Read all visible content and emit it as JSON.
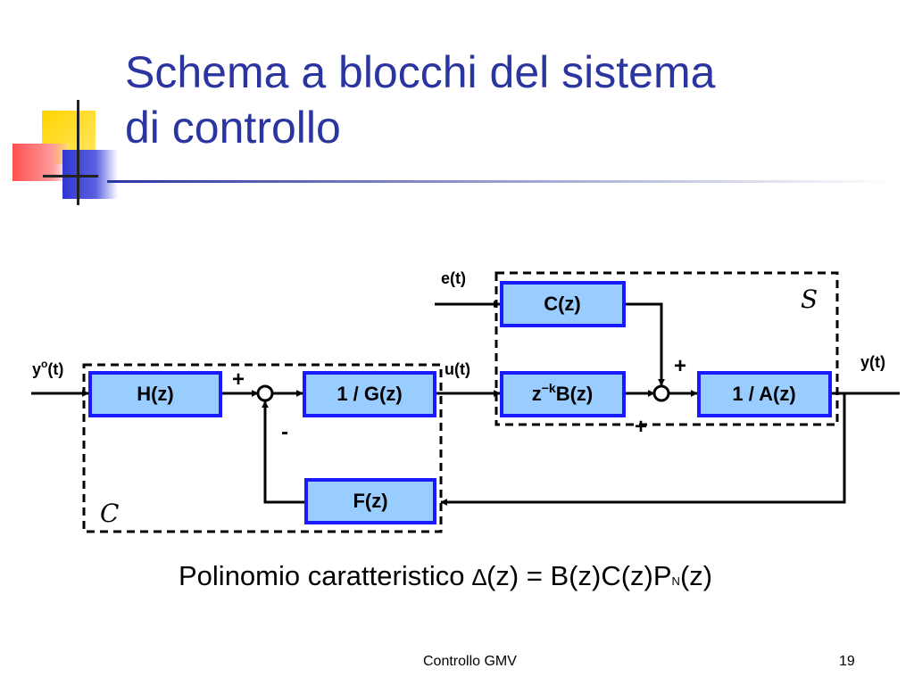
{
  "slide": {
    "title_line1": "Schema a blocchi del sistema",
    "title_line2": "di controllo",
    "footer_center": "Controllo GMV",
    "page_number": "19"
  },
  "diagram": {
    "blocks": {
      "H": "H(z)",
      "invG": "1 / G(z)",
      "C": "C(z)",
      "zkB_prefix": "z",
      "zkB_exp": "−k",
      "zkB_suffix": "B(z)",
      "invA": "1 / A(z)",
      "F": "F(z)"
    },
    "signals": {
      "reference_base": "y",
      "reference_sup": "o",
      "reference_arg": "(t)",
      "control": "u(t)",
      "disturbance": "e(t)",
      "output": "y(t)"
    },
    "signs": {
      "sum1_plus": "+",
      "sum1_minus": "-",
      "sum2_top": "+",
      "sum2_bottom": "+"
    },
    "groups": {
      "controller": "C",
      "system": "S"
    },
    "colors": {
      "block_fill": "#99ccff",
      "block_border": "#1a1aff",
      "line": "#000000"
    }
  },
  "formula": {
    "label": "Polinomio caratteristico",
    "delta_symbol": "∆",
    "lhs_arg": "(z) = ",
    "rhs_main": "B(z)C(z)P",
    "rhs_sub": "N",
    "rhs_end": "(z)"
  }
}
